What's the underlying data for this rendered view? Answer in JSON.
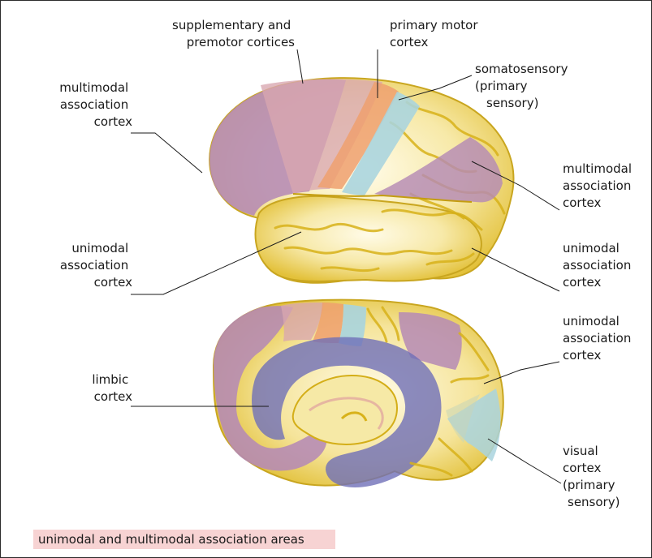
{
  "labels": {
    "supp_premotor": [
      "supplementary and",
      "premotor cortices"
    ],
    "primary_motor": [
      "primary motor",
      "cortex"
    ],
    "somatosensory": [
      "somatosensory",
      "(primary",
      "sensory)"
    ],
    "multimodal_left": [
      "multimodal",
      "association",
      "cortex"
    ],
    "multimodal_right": [
      "multimodal",
      "association",
      "cortex"
    ],
    "unimodal_left": [
      "unimodal",
      "association",
      "cortex"
    ],
    "unimodal_right_top": [
      "unimodal",
      "association",
      "cortex"
    ],
    "unimodal_right_bottom": [
      "unimodal",
      "association",
      "cortex"
    ],
    "limbic": [
      "limbic",
      "cortex"
    ],
    "visual": [
      "visual",
      "cortex",
      "(primary",
      "sensory)"
    ]
  },
  "caption": "unimodal and multimodal association areas",
  "colors": {
    "brain_base": "#f2e08c",
    "gyri_highlight": "#fbf5d6",
    "sulci": "#d9b300",
    "multimodal": "#b58ab5",
    "premotor": "#e8a07a",
    "somatosensory": "#a9d4de",
    "limbic": "#6f6fb8",
    "caption_bg": "#f7d3d3"
  }
}
